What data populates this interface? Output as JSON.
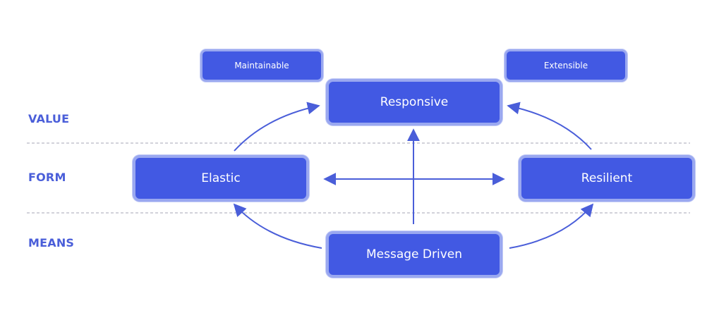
{
  "rows": {
    "value": "VALUE",
    "form": "FORM",
    "means": "MEANS"
  },
  "nodes": {
    "maintainable": "Maintainable",
    "extensible": "Extensible",
    "responsive": "Responsive",
    "elastic": "Elastic",
    "resilient": "Resilient",
    "message_driven": "Message Driven"
  },
  "colors": {
    "node_fill": "#4259e3",
    "node_border": "#9aa8f0",
    "label": "#4a5ed9",
    "arrow": "#4a5ed9",
    "divider": "#b8b8c4"
  }
}
